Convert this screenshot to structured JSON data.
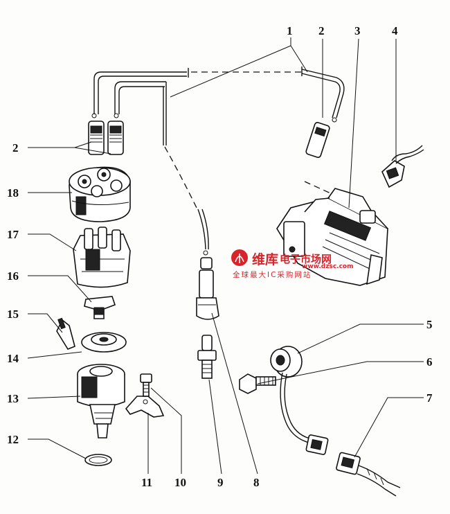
{
  "callouts": [
    "1",
    "2",
    "3",
    "4",
    "5",
    "6",
    "7",
    "8",
    "9",
    "10",
    "11",
    "12",
    "13",
    "14",
    "15",
    "16",
    "17",
    "18"
  ],
  "left_callouts": {
    "c2": "2",
    "c18": "18",
    "c17": "17",
    "c16": "16",
    "c15": "15",
    "c14": "14",
    "c13": "13",
    "c12": "12"
  },
  "bottom_callouts": {
    "c11": "11",
    "c10": "10",
    "c9": "9",
    "c8": "8"
  },
  "top_callouts": {
    "c1": "1",
    "c2b": "2",
    "c3": "3",
    "c4": "4"
  },
  "right_callouts": {
    "c5": "5",
    "c6": "6",
    "c7": "7"
  },
  "watermark": {
    "brand_cn": "维库",
    "line1": "电子市场网",
    "url": "www.dzsc.com",
    "line2": "全球最大IC采购网站",
    "color": "#d9232b"
  }
}
